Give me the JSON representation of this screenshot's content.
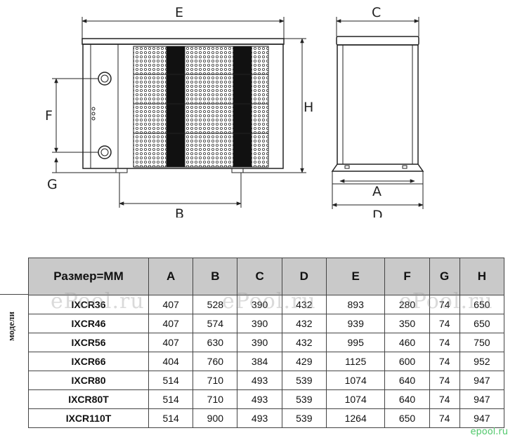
{
  "drawing": {
    "dimension_labels": {
      "E": "E",
      "H": "H",
      "F": "F",
      "G": "G",
      "B": "B",
      "C": "C",
      "A": "A",
      "D": "D"
    }
  },
  "table": {
    "headers": [
      "Размер=ММ",
      "A",
      "B",
      "C",
      "D",
      "E",
      "F",
      "G",
      "H"
    ],
    "rows": [
      {
        "model": "IXCR36",
        "values": [
          "407",
          "528",
          "390",
          "432",
          "893",
          "280",
          "74",
          "650"
        ]
      },
      {
        "model": "IXCR46",
        "values": [
          "407",
          "574",
          "390",
          "432",
          "939",
          "350",
          "74",
          "650"
        ]
      },
      {
        "model": "IXCR56",
        "values": [
          "407",
          "630",
          "390",
          "432",
          "995",
          "460",
          "74",
          "750"
        ]
      },
      {
        "model": "IXCR66",
        "values": [
          "404",
          "760",
          "384",
          "429",
          "1125",
          "600",
          "74",
          "952"
        ]
      },
      {
        "model": "IXCR80",
        "values": [
          "514",
          "710",
          "493",
          "539",
          "1074",
          "640",
          "74",
          "947"
        ]
      },
      {
        "model": "IXCR80T",
        "values": [
          "514",
          "710",
          "493",
          "539",
          "1074",
          "640",
          "74",
          "947"
        ]
      },
      {
        "model": "IXCR110T",
        "values": [
          "514",
          "900",
          "493",
          "539",
          "1264",
          "650",
          "74",
          "947"
        ]
      }
    ],
    "side_label": "модели"
  },
  "watermarks": [
    "ePool.ru",
    "ePool.ru",
    "ePool.ru"
  ],
  "corner_mark": "epool.ru",
  "colors": {
    "header_bg": "#c9c9c9",
    "corner_mark": "#4fc86a"
  }
}
